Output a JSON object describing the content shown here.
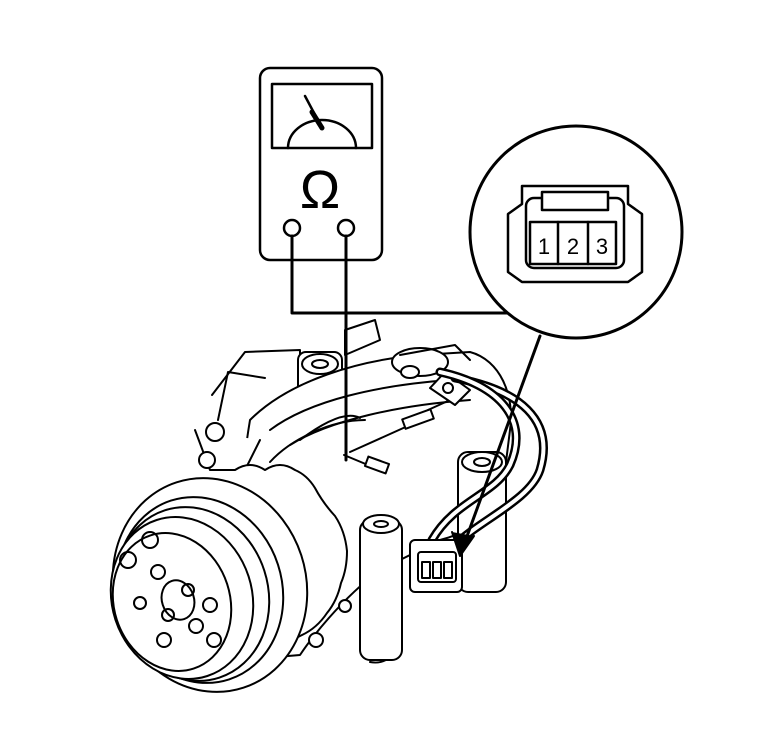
{
  "meter": {
    "symbol": "Ω",
    "icon": "ohmmeter-icon"
  },
  "connector_detail": {
    "pins": [
      "1",
      "2",
      "3"
    ],
    "icon": "connector-icon"
  },
  "component": {
    "icon": "ac-compressor-icon"
  },
  "colors": {
    "ink": "#000000",
    "background": "#ffffff"
  }
}
